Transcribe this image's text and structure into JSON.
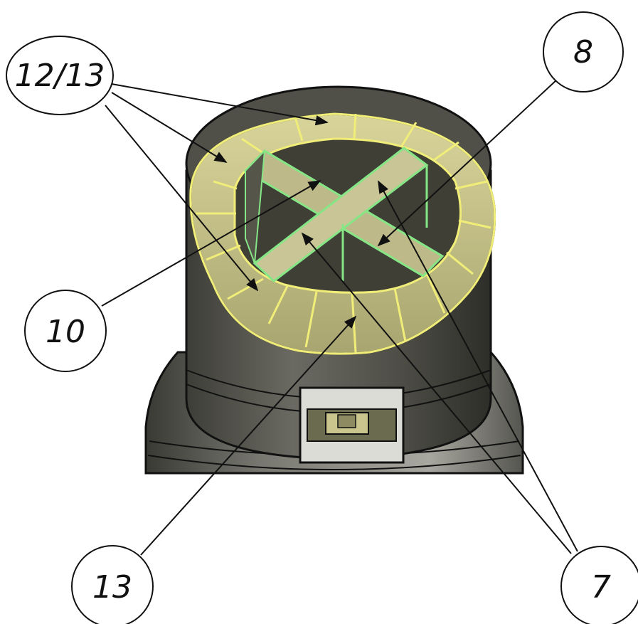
{
  "figure": {
    "callouts": [
      {
        "id": "c1213",
        "label": "12/13"
      },
      {
        "id": "c8",
        "label": "8"
      },
      {
        "id": "c10",
        "label": "10"
      },
      {
        "id": "c13",
        "label": "13"
      },
      {
        "id": "c7",
        "label": "7"
      }
    ],
    "colors": {
      "housing_dark": "#4a4a44",
      "housing_mid": "#6e6e66",
      "housing_light": "#a5a59b",
      "brick_yellow": "#c8c48a",
      "brick_edge": "#f2f07a",
      "cross_edge": "#7de07d",
      "cross_fill": "#b9b585",
      "cavity": "#3c3c34"
    }
  }
}
